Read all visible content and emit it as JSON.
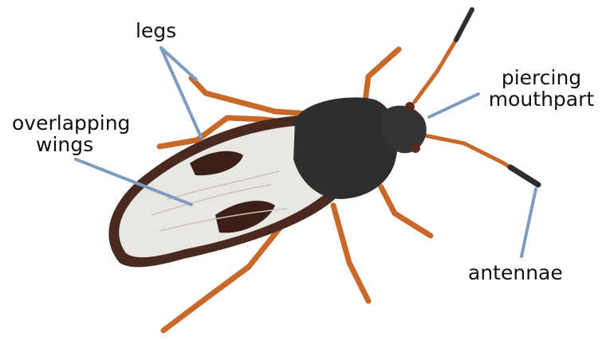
{
  "labels": {
    "legs": "legs",
    "wings_line1": "overlapping",
    "wings_line2": "wings",
    "mouthpart_line1": "piercing",
    "mouthpart_line2": "mouthpart",
    "antennae": "antennae"
  },
  "colors": {
    "background": "#ffffff",
    "leader_line": "#7e9cc0",
    "body": "#2e2f2d",
    "wing_membrane": "#e9e7e4",
    "wing_spot": "#3a2016",
    "wing_border": "#4a2a20",
    "legs": "#c8692a",
    "label_text": "#111111"
  },
  "subject": "insect"
}
